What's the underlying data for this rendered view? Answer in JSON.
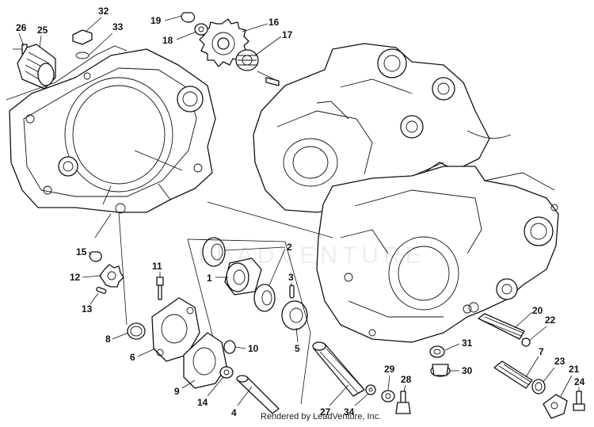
{
  "footer": {
    "credit": "Rendered by LeadVenture, Inc."
  },
  "watermark": {
    "text": "LEADVENTURE"
  },
  "callouts": [
    {
      "id": "c26",
      "label": "26"
    },
    {
      "id": "c25",
      "label": "25"
    },
    {
      "id": "c32",
      "label": "32"
    },
    {
      "id": "c33",
      "label": "33"
    },
    {
      "id": "c19",
      "label": "19"
    },
    {
      "id": "c18",
      "label": "18"
    },
    {
      "id": "c16",
      "label": "16"
    },
    {
      "id": "c17",
      "label": "17"
    },
    {
      "id": "c2",
      "label": "2"
    },
    {
      "id": "c1",
      "label": "1"
    },
    {
      "id": "c3",
      "label": "3"
    },
    {
      "id": "c5",
      "label": "5"
    },
    {
      "id": "c15",
      "label": "15"
    },
    {
      "id": "c12",
      "label": "12"
    },
    {
      "id": "c13",
      "label": "13"
    },
    {
      "id": "c11",
      "label": "11"
    },
    {
      "id": "c8",
      "label": "8"
    },
    {
      "id": "c6",
      "label": "6"
    },
    {
      "id": "c10",
      "label": "10"
    },
    {
      "id": "c9",
      "label": "9"
    },
    {
      "id": "c14",
      "label": "14"
    },
    {
      "id": "c4",
      "label": "4"
    },
    {
      "id": "c27",
      "label": "27"
    },
    {
      "id": "c34",
      "label": "34"
    },
    {
      "id": "c29",
      "label": "29"
    },
    {
      "id": "c28",
      "label": "28"
    },
    {
      "id": "c31",
      "label": "31"
    },
    {
      "id": "c30",
      "label": "30"
    },
    {
      "id": "c20",
      "label": "20"
    },
    {
      "id": "c22",
      "label": "22"
    },
    {
      "id": "c7",
      "label": "7"
    },
    {
      "id": "c23",
      "label": "23"
    },
    {
      "id": "c21",
      "label": "21"
    },
    {
      "id": "c24",
      "label": "24"
    }
  ]
}
